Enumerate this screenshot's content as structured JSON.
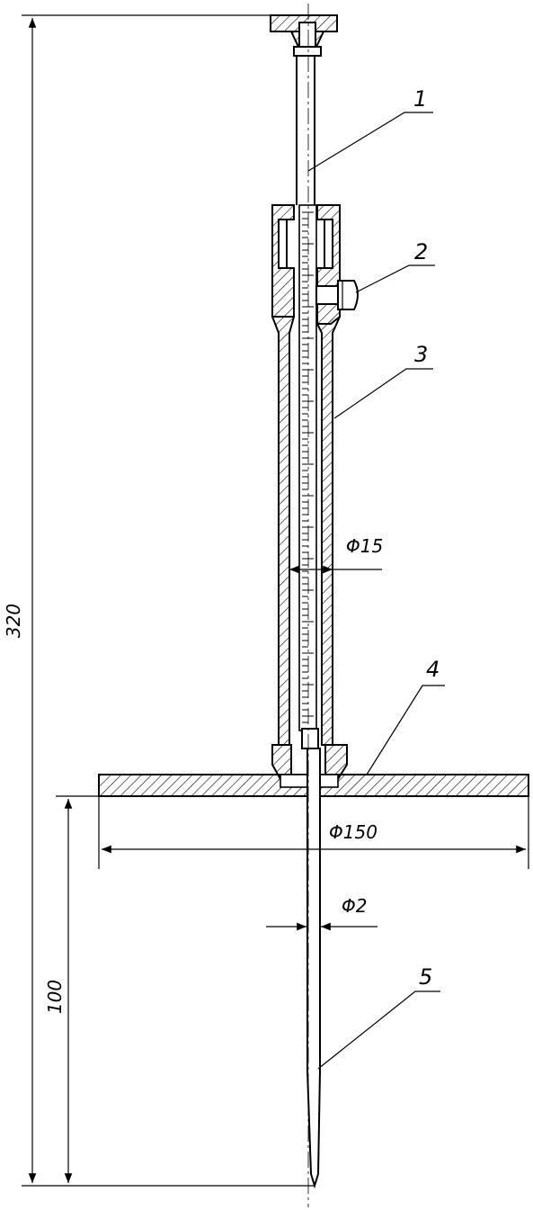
{
  "diagram": {
    "part_labels": [
      "1",
      "2",
      "3",
      "4",
      "5"
    ],
    "dimensions": {
      "total_height": "320",
      "probe_length": "100",
      "tube_diameter": "Φ15",
      "base_diameter": "Φ150",
      "probe_diameter": "Φ2"
    }
  }
}
